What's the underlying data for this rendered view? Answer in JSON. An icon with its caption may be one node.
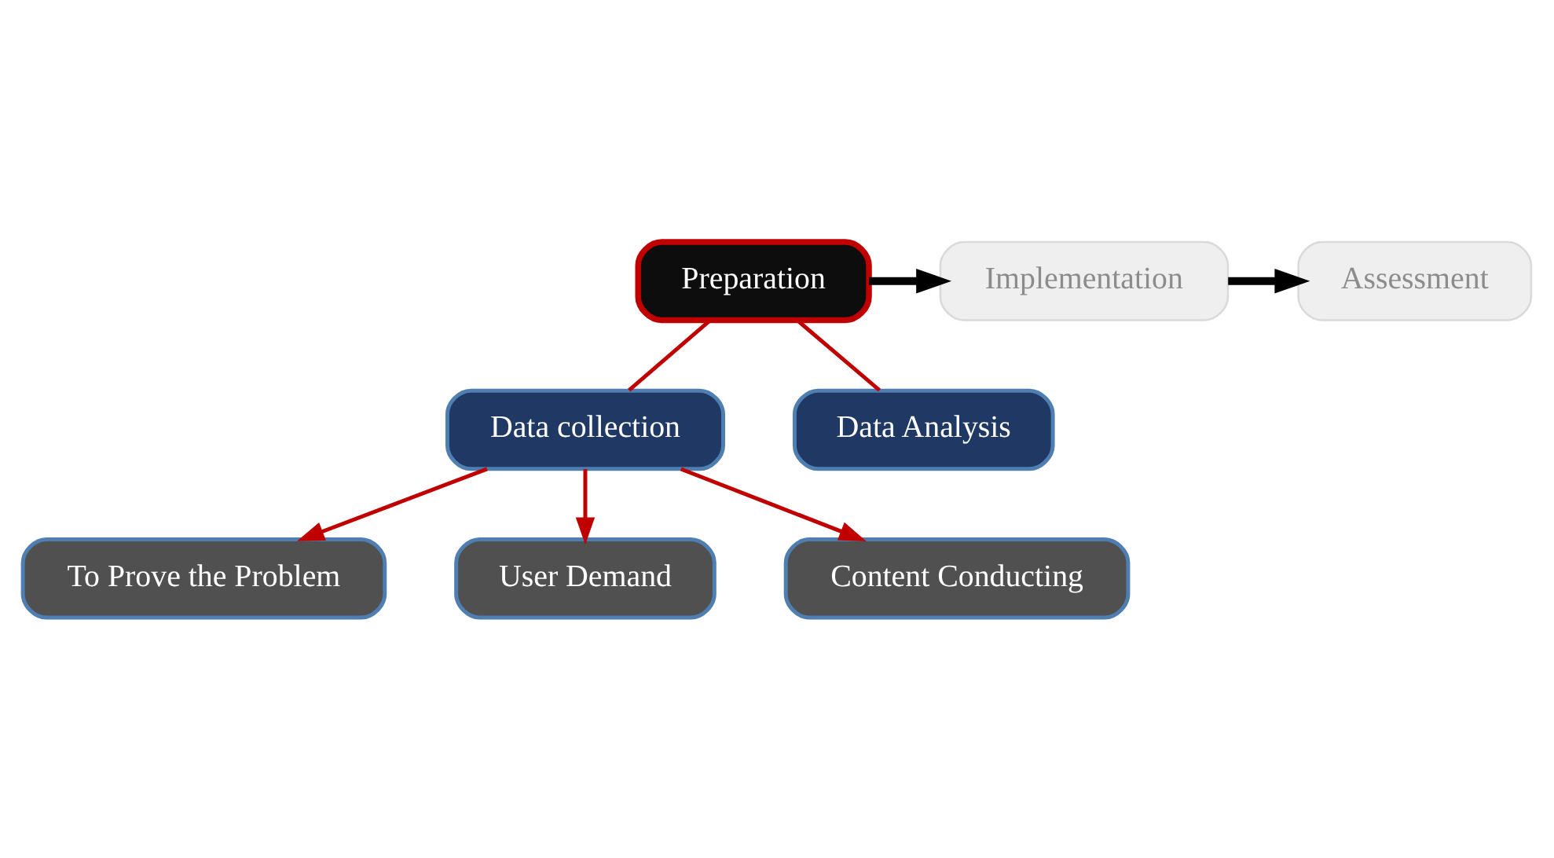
{
  "diagram": {
    "nodes": [
      {
        "text": [
          "Preparation"
        ]
      },
      {
        "text": [
          "Implementation"
        ]
      },
      {
        "text": [
          "Assessment"
        ]
      },
      {
        "text": [
          "Data collection"
        ]
      },
      {
        "text": [
          "Data Analysis"
        ]
      },
      {
        "text": [
          "To Prove the Problem"
        ]
      },
      {
        "text": [
          "User Demand"
        ]
      },
      {
        "text": [
          "Content Conducting"
        ]
      }
    ],
    "edges": [
      {
        "from": 0,
        "to": 1,
        "arrow": "to",
        "style": "thick",
        "color": "#000000"
      },
      {
        "from": 1,
        "to": 2,
        "arrow": "to",
        "style": "thick",
        "color": "#000000"
      },
      {
        "from": 0,
        "to": 3,
        "arrow": "none"
      },
      {
        "from": 0,
        "to": 4,
        "arrow": "none"
      },
      {
        "from": 3,
        "to": 5,
        "arrow": "to"
      },
      {
        "from": 3,
        "to": 6,
        "arrow": "to"
      },
      {
        "from": 3,
        "to": 7,
        "arrow": "to"
      }
    ]
  }
}
